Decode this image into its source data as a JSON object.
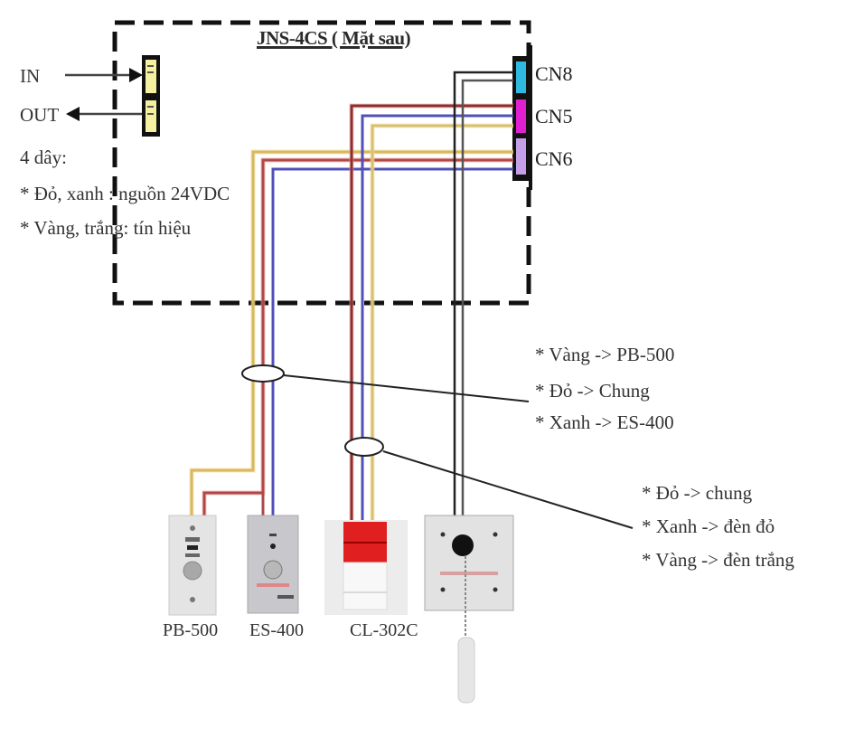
{
  "title": "JNS-4CS ( Mặt sau)",
  "io": {
    "in_label": "IN",
    "out_label": "OUT"
  },
  "notes": {
    "heading": "4 dây:",
    "line1": "* Đỏ, xanh : nguồn 24VDC",
    "line2": "* Vàng, trắng: tín hiệu"
  },
  "connectors": [
    {
      "label": "CN8",
      "color": "#2fb8e0"
    },
    {
      "label": "CN5",
      "color": "#e020d0"
    },
    {
      "label": "CN6",
      "color": "#c4a0e8"
    }
  ],
  "wire_colors": {
    "yellow": "#e8c870",
    "red": "#b04040",
    "blue": "#4040b0",
    "black": "#333333",
    "gray": "#777777"
  },
  "callout1": {
    "line1": "* Vàng -> PB-500",
    "line2": "* Đỏ -> Chung",
    "line3": "* Xanh -> ES-400"
  },
  "callout2": {
    "line1": "* Đỏ -> chung",
    "line2": "* Xanh -> đèn đỏ",
    "line3": "* Vàng -> đèn trắng"
  },
  "devices": [
    {
      "label": "PB-500"
    },
    {
      "label": "ES-400"
    },
    {
      "label": "CL-302C"
    },
    {
      "label": ""
    }
  ]
}
